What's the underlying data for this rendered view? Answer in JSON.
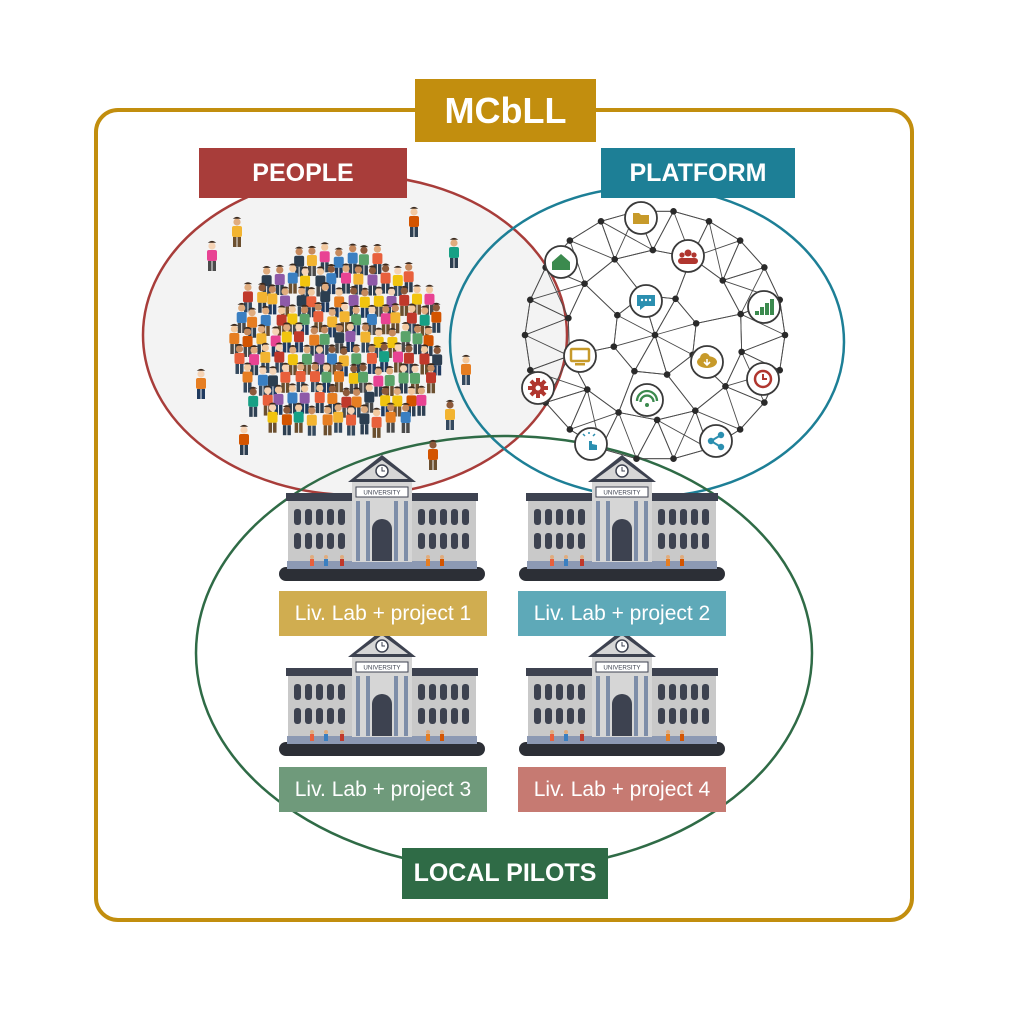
{
  "frame": {
    "title": "MCbLL",
    "color": "#c28e0e"
  },
  "circles": {
    "people": {
      "label": "PEOPLE",
      "color": "#a83d3a"
    },
    "platform": {
      "label": "PLATFORM",
      "color": "#1d7f96"
    },
    "local_pilots": {
      "label": "LOCAL PILOTS",
      "color": "#2f6b46"
    }
  },
  "university_sign": "UNIVERSITY",
  "projects": [
    {
      "label": "Liv. Lab + project 1",
      "color": "#d0ad50"
    },
    {
      "label": "Liv. Lab + project 2",
      "color": "#5ea9b8"
    },
    {
      "label": "Liv. Lab + project 3",
      "color": "#6f9a7b"
    },
    {
      "label": "Liv. Lab + project 4",
      "color": "#c67a72"
    }
  ],
  "platform_icons": [
    {
      "name": "folder-icon",
      "color": "#c79a2a"
    },
    {
      "name": "group-icon",
      "color": "#b0362f"
    },
    {
      "name": "home-icon",
      "color": "#3b8a4e"
    },
    {
      "name": "chat-icon",
      "color": "#2b8fb0"
    },
    {
      "name": "bar-chart-icon",
      "color": "#3b8a4e"
    },
    {
      "name": "monitor-icon",
      "color": "#c79a2a"
    },
    {
      "name": "cloud-download-icon",
      "color": "#c79a2a"
    },
    {
      "name": "gear-icon",
      "color": "#b0362f"
    },
    {
      "name": "wifi-icon",
      "color": "#3b8a4e"
    },
    {
      "name": "clock-icon",
      "color": "#b0362f"
    },
    {
      "name": "touch-icon",
      "color": "#2b8fb0"
    },
    {
      "name": "share-icon",
      "color": "#2b8fb0"
    }
  ]
}
